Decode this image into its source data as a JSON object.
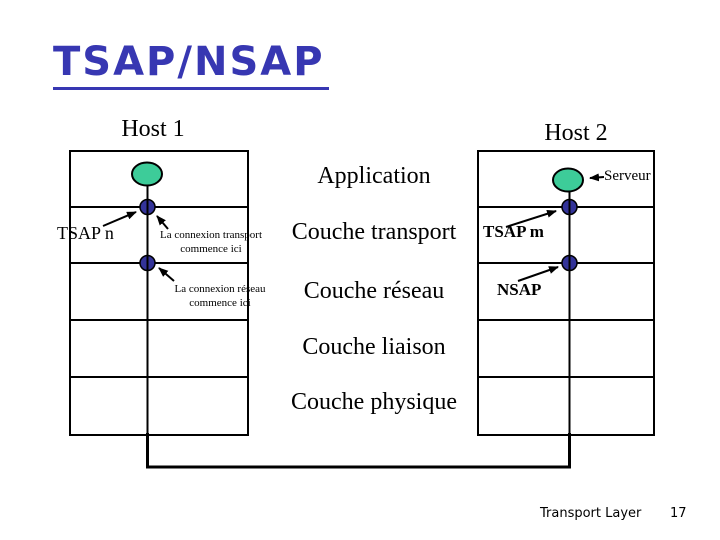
{
  "slide": {
    "title": "TSAP/NSAP",
    "footer_label": "Transport Layer",
    "footer_page": "17"
  },
  "hosts": {
    "host1": "Host 1",
    "host2": "Host 2"
  },
  "layers": [
    "Application",
    "Couche transport",
    "Couche réseau",
    "Couche liaison",
    "Couche physique"
  ],
  "sap_labels": {
    "tsap_n": "TSAP n",
    "tsap_m": "TSAP m",
    "nsap": "NSAP",
    "serveur": "Serveur"
  },
  "notes": {
    "transport_line1": "La connexion transport",
    "transport_line2": "commence ici",
    "reseau_line1": "La connexion réseau",
    "reseau_line2": "commence ici"
  },
  "colors": {
    "title": "#3737b2",
    "process_fill": "#3dcc99",
    "sap_fill": "#333399",
    "line": "#000000"
  }
}
